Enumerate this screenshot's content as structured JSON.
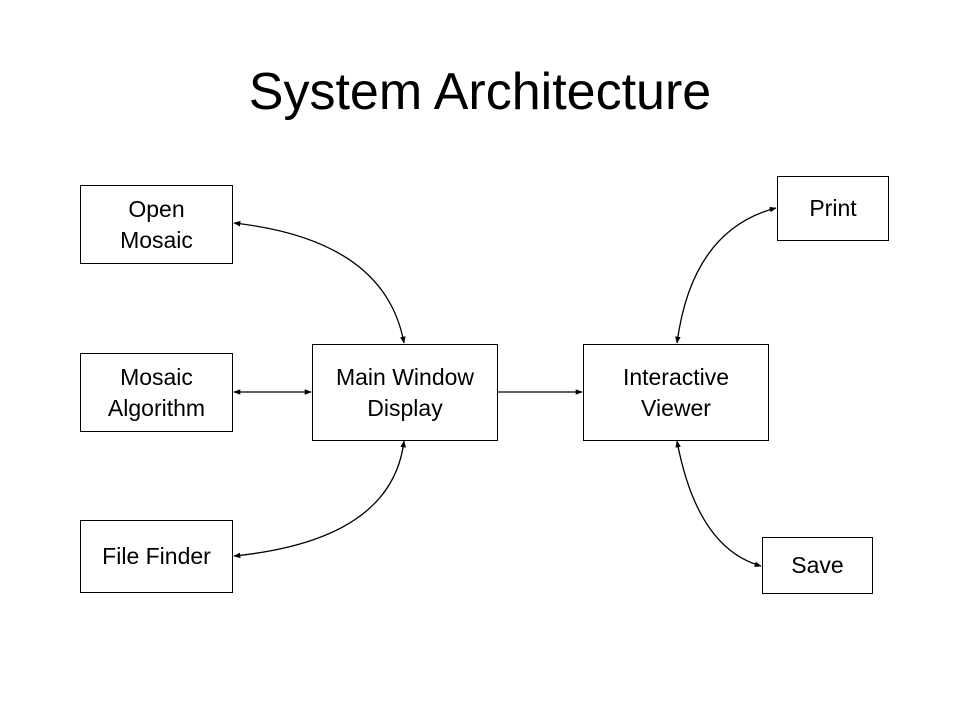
{
  "title": "System Architecture",
  "nodes": {
    "open_mosaic": "Open\nMosaic",
    "mosaic_algorithm": "Mosaic\nAlgorithm",
    "file_finder": "File Finder",
    "main_window": "Main Window\nDisplay",
    "interactive_viewer": "Interactive\nViewer",
    "print": "Print",
    "save": "Save"
  },
  "edges": [
    {
      "from": "main_window",
      "to": "open_mosaic",
      "direction": "both"
    },
    {
      "from": "mosaic_algorithm",
      "to": "main_window",
      "direction": "both"
    },
    {
      "from": "main_window",
      "to": "file_finder",
      "direction": "both"
    },
    {
      "from": "main_window",
      "to": "interactive_viewer",
      "direction": "forward"
    },
    {
      "from": "interactive_viewer",
      "to": "print",
      "direction": "both"
    },
    {
      "from": "interactive_viewer",
      "to": "save",
      "direction": "both"
    }
  ],
  "colors": {
    "line": "#000000",
    "background": "#ffffff"
  }
}
